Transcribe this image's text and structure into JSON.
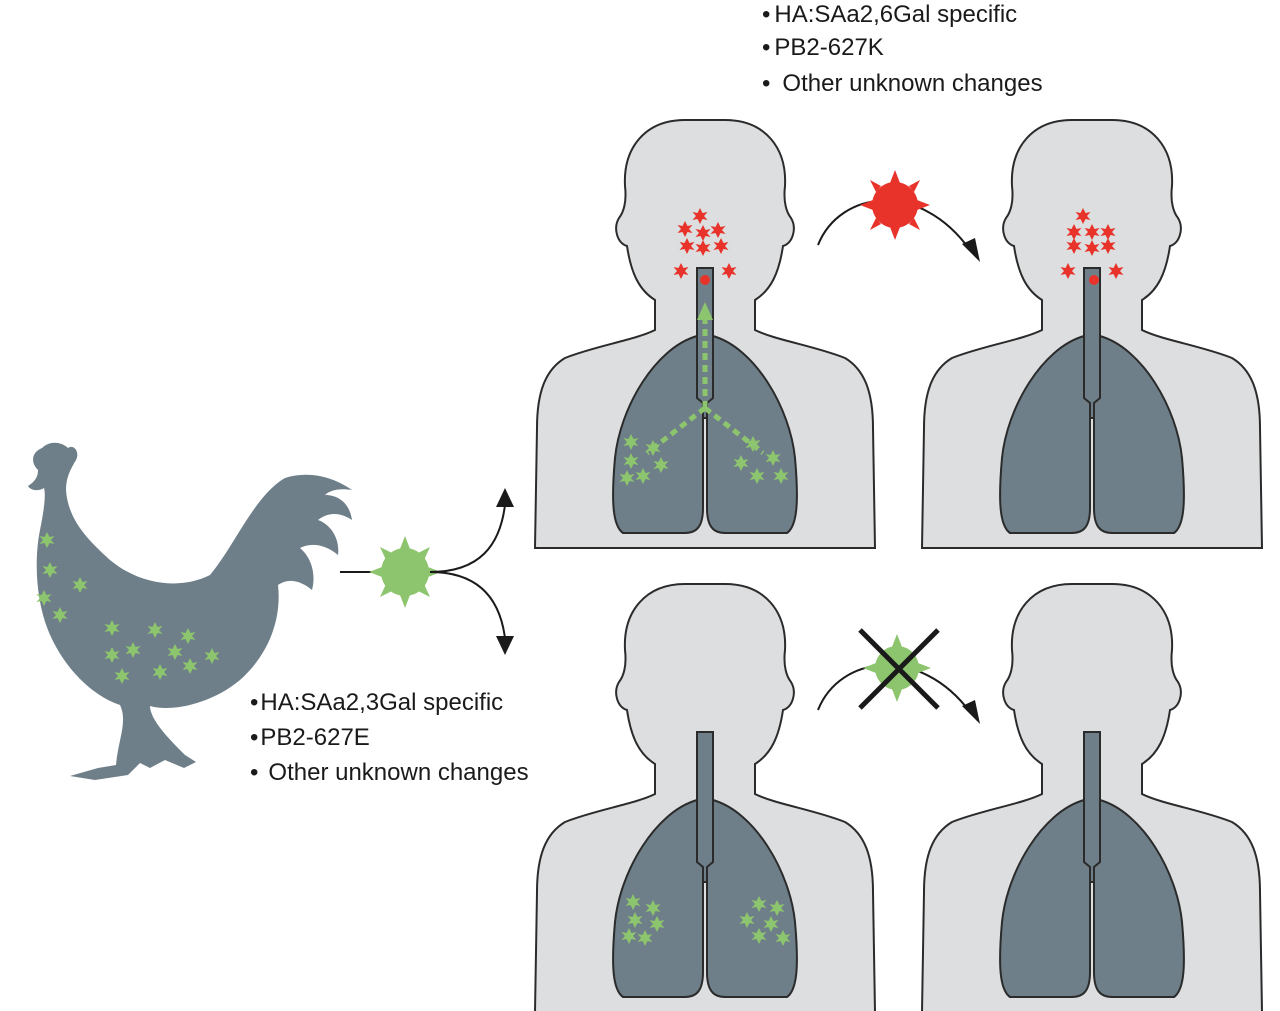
{
  "top_mutations": [
    "HA:SAa2,6Gal specific",
    "PB2-627K",
    "Other unknown changes"
  ],
  "bottom_mutations": [
    "HA:SAa2,3Gal specific",
    "PB2-627E",
    "Other unknown changes"
  ],
  "bullet_char": "•",
  "colors": {
    "silhouette": "#6e7f89",
    "body_fill": "#dcdee0",
    "lung_fill": "#6e7f89",
    "avian_virus": "#8dc46e",
    "human_virus": "#e8332a",
    "outline": "#2b2b2b",
    "arrow": "#1a1a1a"
  },
  "icons": {
    "host": "chicken-icon",
    "avian_virus": "green-virus-icon",
    "adapted_virus": "red-virus-icon",
    "blocked": "cross-icon"
  }
}
